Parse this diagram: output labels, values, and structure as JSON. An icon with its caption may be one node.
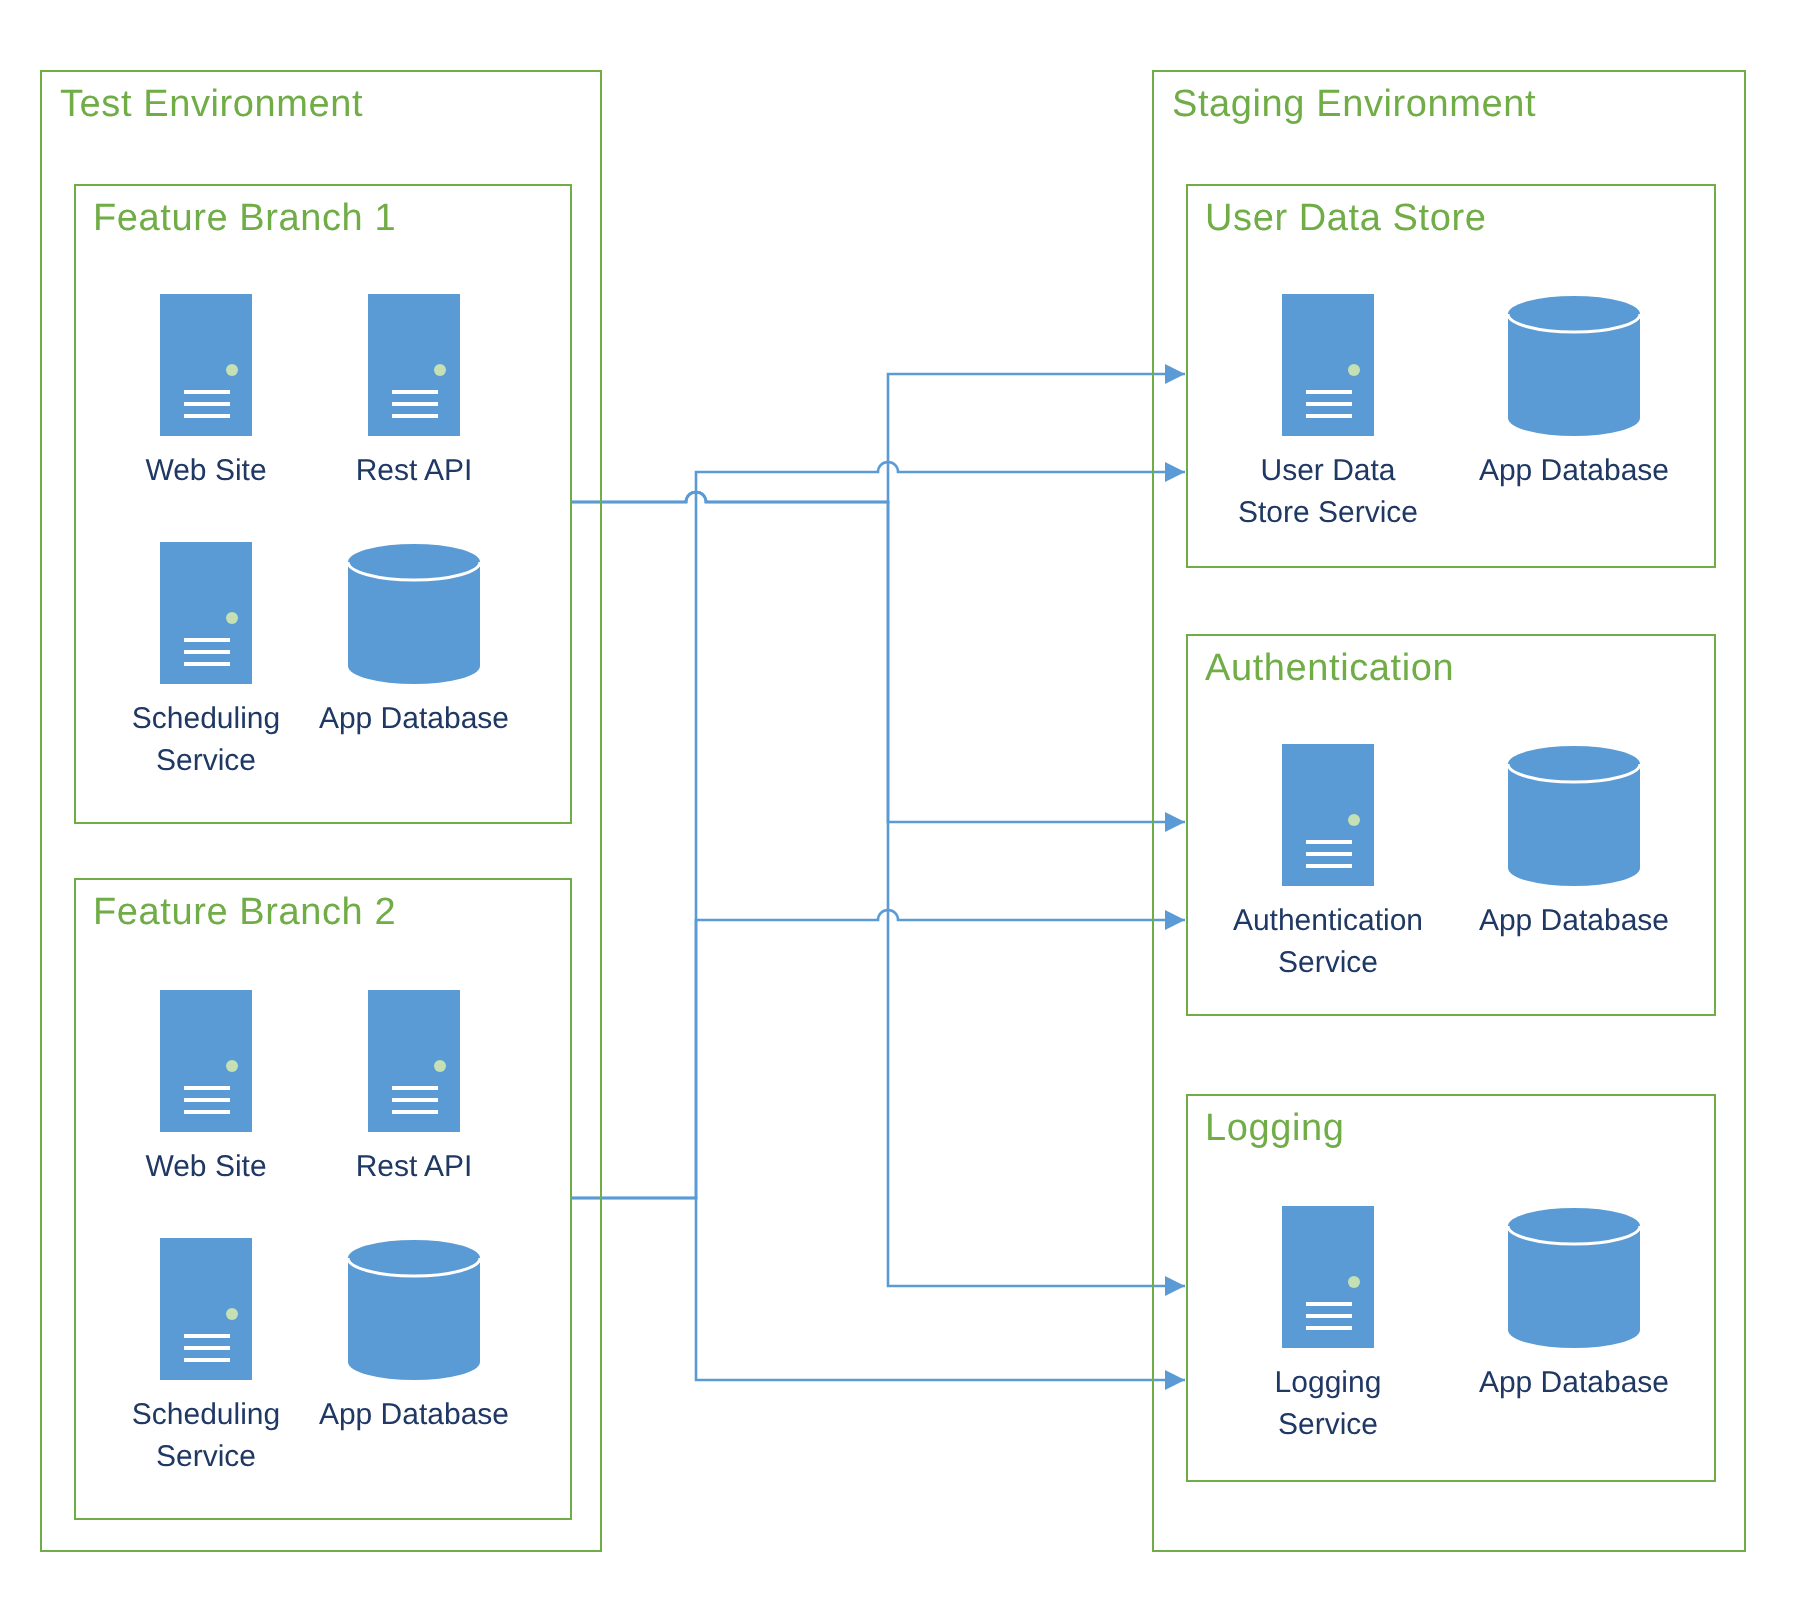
{
  "diagram": {
    "nodes": [
      {
        "text": [
          "Test Environment"
        ]
      },
      {
        "text": [
          "Feature Branch 1"
        ],
        "in": 0
      },
      {
        "text": [],
        "in": 1,
        "shape": "server",
        "beside": [
          "Web Site"
        ]
      },
      {
        "text": [],
        "in": 1,
        "shape": "server",
        "beside": [
          "Rest API"
        ]
      },
      {
        "text": [],
        "in": 1,
        "shape": "server",
        "beside": [
          "Scheduling Service"
        ]
      },
      {
        "text": [],
        "in": 1,
        "shape": "cylinder",
        "beside": [
          "App Database"
        ]
      },
      {
        "text": [
          "Feature Branch 2"
        ],
        "in": 0
      },
      {
        "text": [],
        "in": 6,
        "shape": "server",
        "beside": [
          "Web Site"
        ]
      },
      {
        "text": [],
        "in": 6,
        "shape": "server",
        "beside": [
          "Rest API"
        ]
      },
      {
        "text": [],
        "in": 6,
        "shape": "server",
        "beside": [
          "Scheduling Service"
        ]
      },
      {
        "text": [],
        "in": 6,
        "shape": "cylinder",
        "beside": [
          "App Database"
        ]
      },
      {
        "text": [
          "Staging Environment"
        ]
      },
      {
        "text": [
          "User Data Store"
        ],
        "in": 11
      },
      {
        "text": [],
        "in": 12,
        "shape": "server",
        "beside": [
          "User Data Store Service"
        ]
      },
      {
        "text": [],
        "in": 12,
        "shape": "cylinder",
        "beside": [
          "App Database"
        ]
      },
      {
        "text": [
          "Authentication"
        ],
        "in": 11
      },
      {
        "text": [],
        "in": 15,
        "shape": "server",
        "beside": [
          "Authentication Service"
        ]
      },
      {
        "text": [],
        "in": 15,
        "shape": "cylinder",
        "beside": [
          "App Database"
        ]
      },
      {
        "text": [
          "Logging"
        ],
        "in": 11
      },
      {
        "text": [],
        "in": 18,
        "shape": "server",
        "beside": [
          "Logging Service"
        ]
      },
      {
        "text": [],
        "in": 18,
        "shape": "cylinder",
        "beside": [
          "App Database"
        ]
      }
    ],
    "edges": [
      {
        "from": 1,
        "to": 12,
        "arrow": "to"
      },
      {
        "from": 1,
        "to": 15,
        "arrow": "to"
      },
      {
        "from": 1,
        "to": 18,
        "arrow": "to"
      },
      {
        "from": 6,
        "to": 12,
        "arrow": "to"
      },
      {
        "from": 6,
        "to": 15,
        "arrow": "to"
      },
      {
        "from": 6,
        "to": 18,
        "arrow": "to"
      }
    ]
  }
}
